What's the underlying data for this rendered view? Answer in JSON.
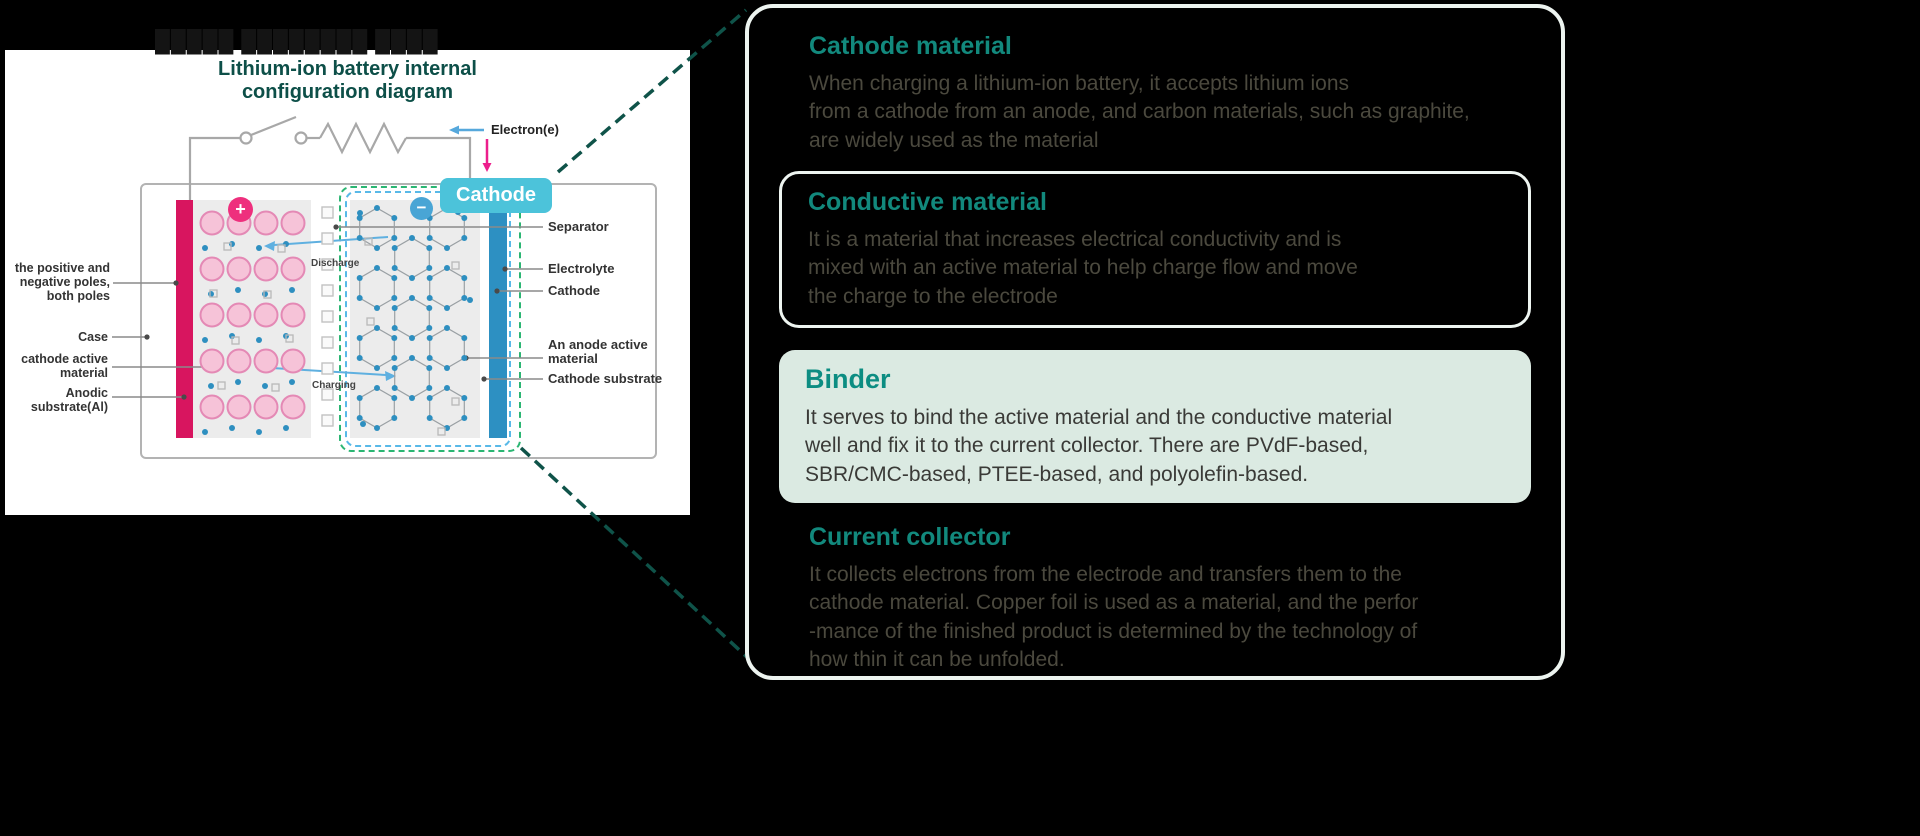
{
  "colors": {
    "heading_teal": "#12897d",
    "diagram_title_teal": "#0d4f48",
    "cathode_pink": "#d8155f",
    "anode_blue": "#2d90c2",
    "badge_cyan": "#4cc3da",
    "mint_box": "#dbeae2",
    "dashed_green": "#2bb673",
    "dashed_blue": "#59b9e8",
    "connector_teal": "#0f5349"
  },
  "diagram_panel": {
    "garbled_title": "█████ ████████ ████",
    "title_line1": "Lithium-ion battery internal",
    "title_line2": "configuration diagram",
    "electron_label": "Electron(e)",
    "cathode_badge": "Cathode",
    "plus_sign": "+",
    "minus_sign": "−",
    "discharge_label": "Discharge",
    "charging_label": "Charging",
    "left_labels": [
      "the positive and\nnegative poles,\nboth poles",
      "Case",
      "cathode active\nmaterial",
      "Anodic\nsubstrate(Al)"
    ],
    "right_labels": [
      "Separator",
      "Electrolyte",
      "Cathode",
      "An anode active\nmaterial",
      "Cathode substrate"
    ]
  },
  "info_panel": {
    "sections": [
      {
        "title": "Cathode material",
        "body": "When charging a lithium-ion battery, it accepts lithium ions\nfrom a cathode from an anode, and carbon materials, such as graphite,\nare widely used as the material"
      },
      {
        "title": "Conductive material",
        "body": "It is a material that increases electrical conductivity and is\nmixed with an active material to help charge flow and move\nthe charge to the electrode"
      },
      {
        "title": "Binder",
        "body": "It serves to bind the active material and the conductive material\nwell and fix it to the current collector. There are PVdF-based,\nSBR/CMC-based, PTEE-based, and polyolefin-based."
      },
      {
        "title": "Current collector",
        "body": "It collects electrons from the electrode and transfers them to the\ncathode material. Copper foil is used as a material, and the perfor\n-mance of the finished product is determined by the technology of\nhow thin it can be unfolded."
      }
    ]
  }
}
